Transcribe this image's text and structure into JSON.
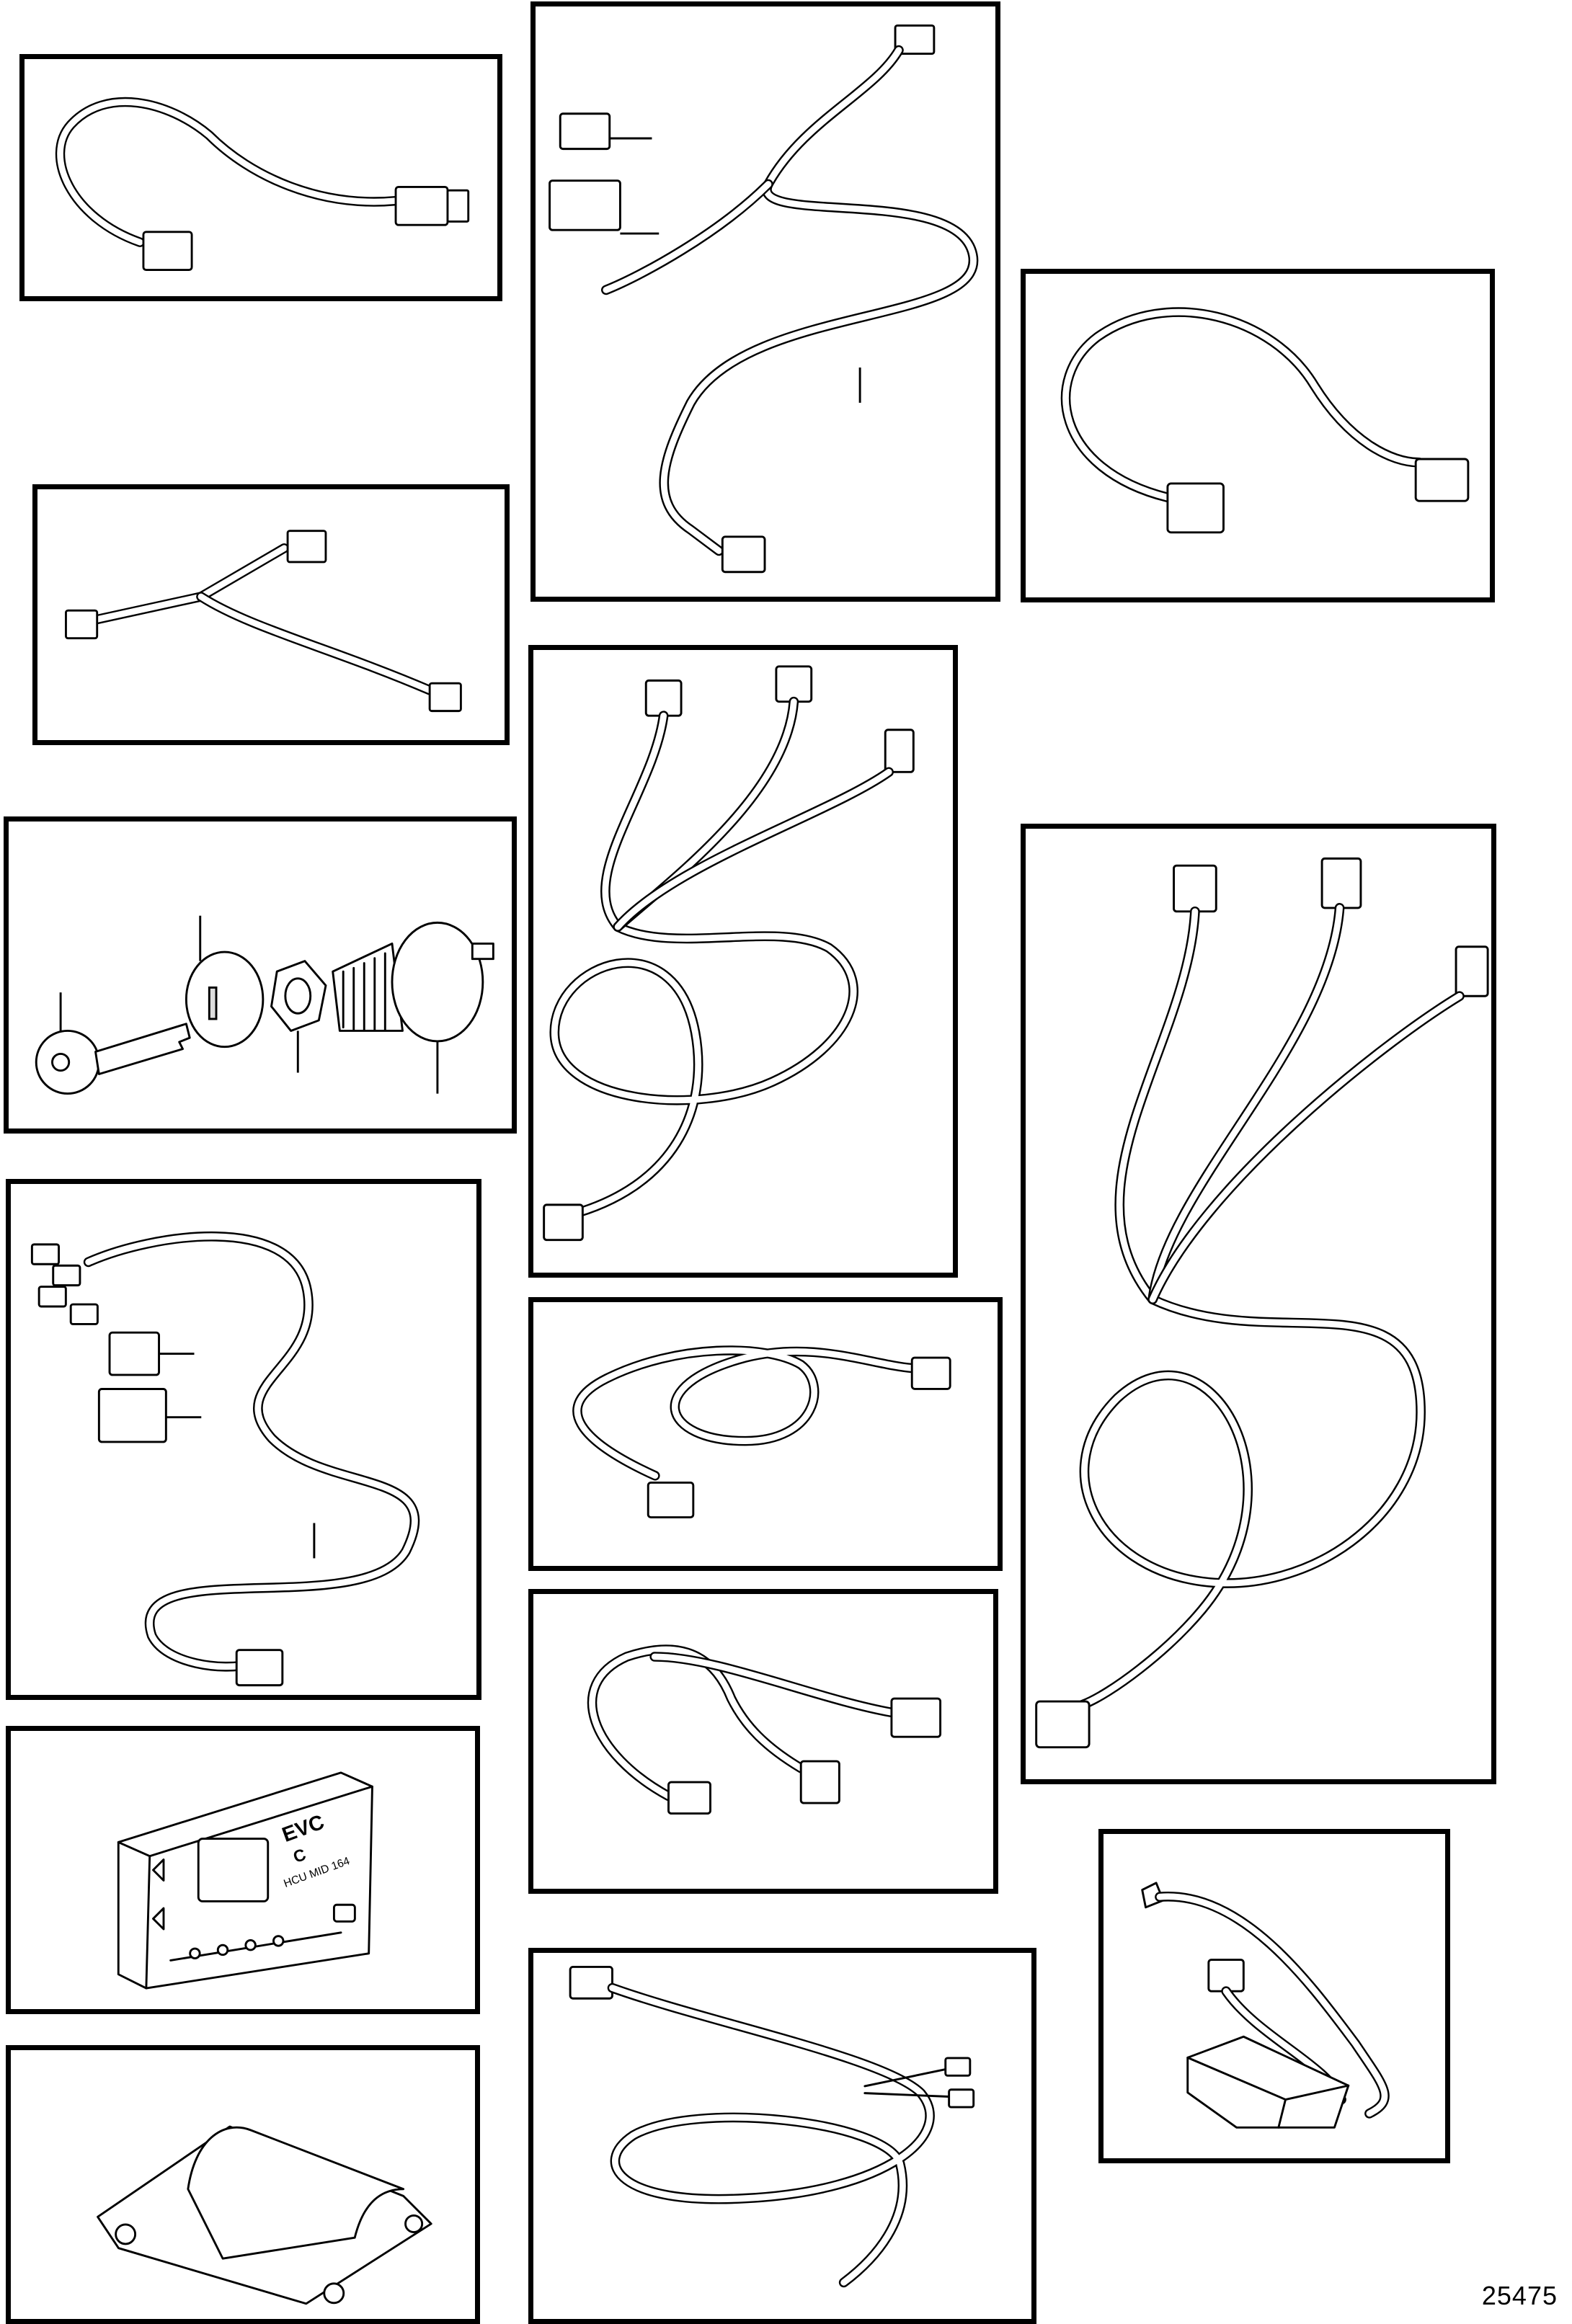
{
  "figure": {
    "number": "25475"
  },
  "control_unit": {
    "brand_text": "EVC",
    "brand_sub": "C",
    "model_text": "HCU MID 164"
  }
}
